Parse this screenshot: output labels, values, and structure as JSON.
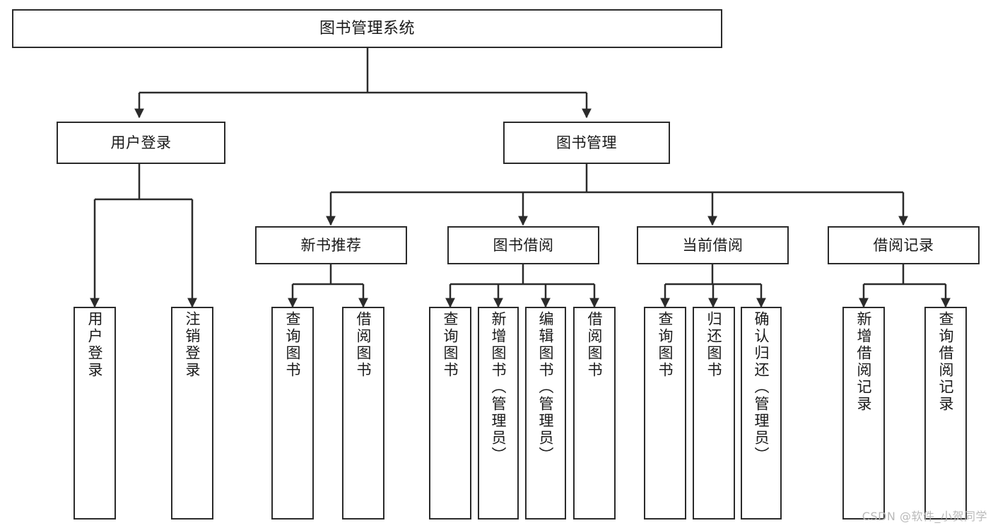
{
  "diagram": {
    "type": "hierarchy-tree",
    "title": "图书管理系统",
    "watermark": "CSDN @软件_小贺同学",
    "colors": {
      "box_border": "#2b2b2b",
      "box_fill": "#ffffff",
      "connector": "#2b2b2b",
      "text": "#1a1a1a",
      "watermark": "#b9b9b9"
    },
    "levels": {
      "level0": "系统根节点",
      "level1": "一级模块",
      "level2": "二级模块",
      "level3": "功能叶节点"
    },
    "nodes": {
      "root": {
        "label": "图书管理系统",
        "orientation": "horizontal"
      },
      "user_login": {
        "label": "用户登录",
        "orientation": "horizontal"
      },
      "book_manage": {
        "label": "图书管理",
        "orientation": "horizontal"
      },
      "new_book_rec": {
        "label": "新书推荐",
        "orientation": "horizontal"
      },
      "book_borrow": {
        "label": "图书借阅",
        "orientation": "horizontal"
      },
      "current_borrow": {
        "label": "当前借阅",
        "orientation": "horizontal"
      },
      "borrow_record": {
        "label": "借阅记录",
        "orientation": "horizontal"
      },
      "leaf_user_login": {
        "label": "用户登录",
        "orientation": "vertical"
      },
      "leaf_logout": {
        "label": "注销登录",
        "orientation": "vertical"
      },
      "leaf_query_book_1": {
        "label": "查询图书",
        "orientation": "vertical"
      },
      "leaf_borrow_book_1": {
        "label": "借阅图书",
        "orientation": "vertical"
      },
      "leaf_query_book_2": {
        "label": "查询图书",
        "orientation": "vertical"
      },
      "leaf_add_book": {
        "label": "新增图书（管理员）",
        "orientation": "vertical"
      },
      "leaf_edit_book": {
        "label": "编辑图书（管理员）",
        "orientation": "vertical"
      },
      "leaf_borrow_book_2": {
        "label": "借阅图书",
        "orientation": "vertical"
      },
      "leaf_query_book_3": {
        "label": "查询图书",
        "orientation": "vertical"
      },
      "leaf_return_book": {
        "label": "归还图书",
        "orientation": "vertical"
      },
      "leaf_confirm_return": {
        "label": "确认归还（管理员）",
        "orientation": "vertical"
      },
      "leaf_add_record": {
        "label": "新增借阅记录",
        "orientation": "vertical"
      },
      "leaf_query_record": {
        "label": "查询借阅记录",
        "orientation": "vertical"
      }
    },
    "edges": [
      {
        "from": "root",
        "to": "user_login"
      },
      {
        "from": "root",
        "to": "book_manage"
      },
      {
        "from": "user_login",
        "to": "leaf_user_login"
      },
      {
        "from": "user_login",
        "to": "leaf_logout"
      },
      {
        "from": "book_manage",
        "to": "new_book_rec"
      },
      {
        "from": "book_manage",
        "to": "book_borrow"
      },
      {
        "from": "book_manage",
        "to": "current_borrow"
      },
      {
        "from": "book_manage",
        "to": "borrow_record"
      },
      {
        "from": "new_book_rec",
        "to": "leaf_query_book_1"
      },
      {
        "from": "new_book_rec",
        "to": "leaf_borrow_book_1"
      },
      {
        "from": "book_borrow",
        "to": "leaf_query_book_2"
      },
      {
        "from": "book_borrow",
        "to": "leaf_add_book"
      },
      {
        "from": "book_borrow",
        "to": "leaf_edit_book"
      },
      {
        "from": "book_borrow",
        "to": "leaf_borrow_book_2"
      },
      {
        "from": "current_borrow",
        "to": "leaf_query_book_3"
      },
      {
        "from": "current_borrow",
        "to": "leaf_return_book"
      },
      {
        "from": "current_borrow",
        "to": "leaf_confirm_return"
      },
      {
        "from": "borrow_record",
        "to": "leaf_add_record"
      },
      {
        "from": "borrow_record",
        "to": "leaf_query_record"
      }
    ]
  }
}
